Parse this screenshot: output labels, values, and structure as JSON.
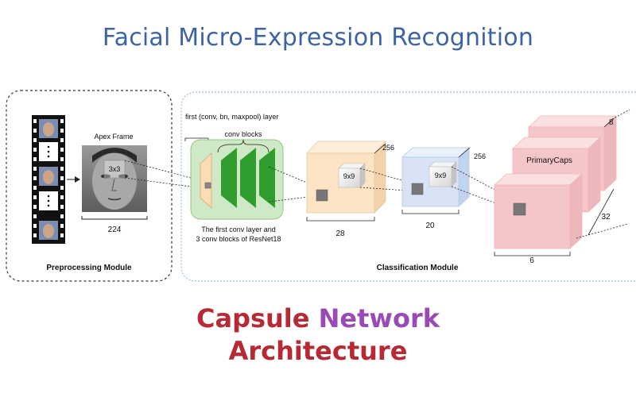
{
  "title": "Facial Micro-Expression Recognition",
  "preprocessing": {
    "apex_label": "Apex Frame",
    "kernel_label": "3x3",
    "size_label": "224",
    "module_label": "Preprocessing Module"
  },
  "classification": {
    "first_layer_label": "first (conv, bn, maxpool) layer",
    "conv_blocks_label": "conv blocks",
    "resnet_caption_line1": "The first conv layer and",
    "resnet_caption_line2": "3 conv blocks of ResNet18",
    "block1": {
      "depth": "256",
      "width": "28",
      "kernel": "9x9"
    },
    "block2": {
      "depth": "256",
      "width": "20",
      "kernel": "9x9"
    },
    "caps": {
      "label": "PrimaryCaps",
      "depth": "8",
      "channels": "32",
      "width": "6"
    },
    "module_label": "Classification Module"
  },
  "caption": {
    "line1": [
      "Capsule",
      "Network"
    ],
    "line2": "Architecture"
  },
  "colors": {
    "title": "#3d64a2",
    "conv_green": "#2f9e2f",
    "block1_fill": "#fbe3c4",
    "block2_fill": "#d8e4f5",
    "caps_fill": "#f5c6c9"
  }
}
